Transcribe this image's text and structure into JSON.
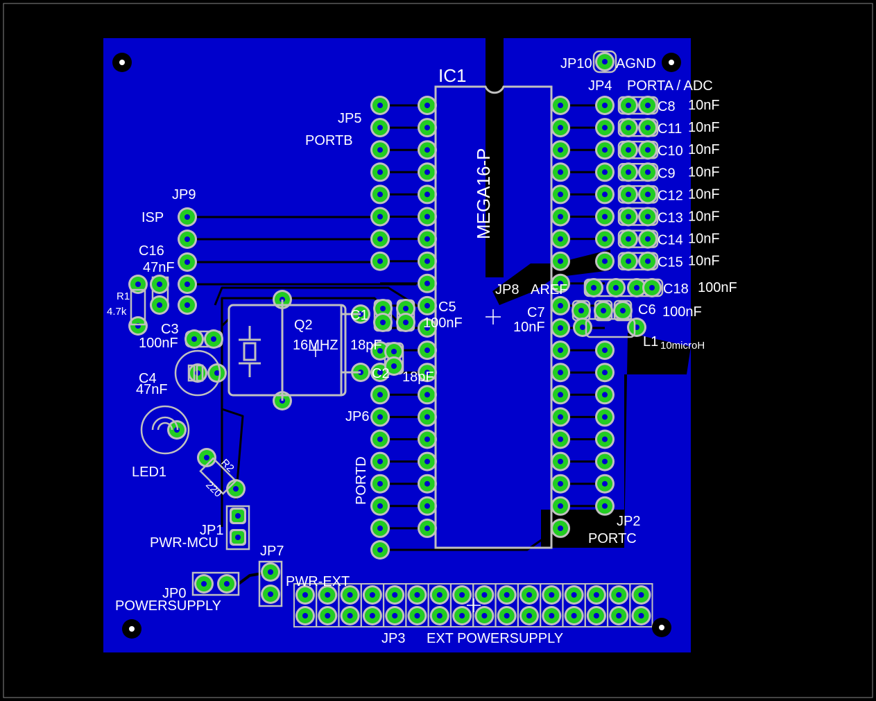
{
  "board": {
    "ic1": {
      "ref": "IC1",
      "value": "MEGA16-P"
    },
    "q2": {
      "ref": "Q2",
      "value": "16MHZ"
    },
    "jp10": {
      "ref": "JP10",
      "label": "AGND"
    },
    "jp4": {
      "ref": "JP4",
      "label": "PORTA / ADC"
    },
    "jp5": {
      "ref": "JP5",
      "label": "PORTB"
    },
    "jp9": {
      "ref": "JP9",
      "label": "ISP"
    },
    "jp6": {
      "ref": "JP6",
      "label": "PORTD"
    },
    "jp8": {
      "ref": "JP8",
      "label": "AREF"
    },
    "jp2": {
      "ref": "JP2",
      "label": "PORTC"
    },
    "jp1": {
      "ref": "JP1",
      "label": "PWR-MCU"
    },
    "jp7": {
      "ref": "JP7",
      "label": "PWR-EXT"
    },
    "jp0": {
      "ref": "JP0",
      "label": "POWERSUPPLY"
    },
    "jp3": {
      "ref": "JP3",
      "label": "EXT POWERSUPPLY"
    },
    "led1": {
      "ref": "LED1"
    },
    "r1": {
      "ref": "R1",
      "value": "4.7k"
    },
    "r2": {
      "ref": "R2",
      "value": "220"
    },
    "l1": {
      "ref": "L1",
      "value": "10microH"
    },
    "c16": {
      "ref": "C16",
      "value": "47nF"
    },
    "c3": {
      "ref": "C3",
      "value": "100nF"
    },
    "c4": {
      "ref": "C4",
      "value": "47nF"
    },
    "c1": {
      "ref": "C1",
      "value": "18pF"
    },
    "c2": {
      "ref": "C2",
      "value": "18pF"
    },
    "c5": {
      "ref": "C5",
      "value": "100nF"
    },
    "c7": {
      "ref": "C7",
      "value": "10nF"
    },
    "c6": {
      "ref": "C6",
      "value": "100nF"
    },
    "c18": {
      "ref": "C18",
      "value": "100nF"
    },
    "adc_caps": [
      {
        "ref": "C8",
        "value": "10nF"
      },
      {
        "ref": "C11",
        "value": "10nF"
      },
      {
        "ref": "C10",
        "value": "10nF"
      },
      {
        "ref": "C9",
        "value": "10nF"
      },
      {
        "ref": "C12",
        "value": "10nF"
      },
      {
        "ref": "C13",
        "value": "10nF"
      },
      {
        "ref": "C14",
        "value": "10nF"
      },
      {
        "ref": "C15",
        "value": "10nF"
      }
    ]
  },
  "colors": {
    "background": "#000000",
    "board": "#0000cc",
    "trace": "#000000",
    "pad": "#22cc22",
    "silkscreen": "#c0c0c0",
    "text": "#ffffff"
  }
}
